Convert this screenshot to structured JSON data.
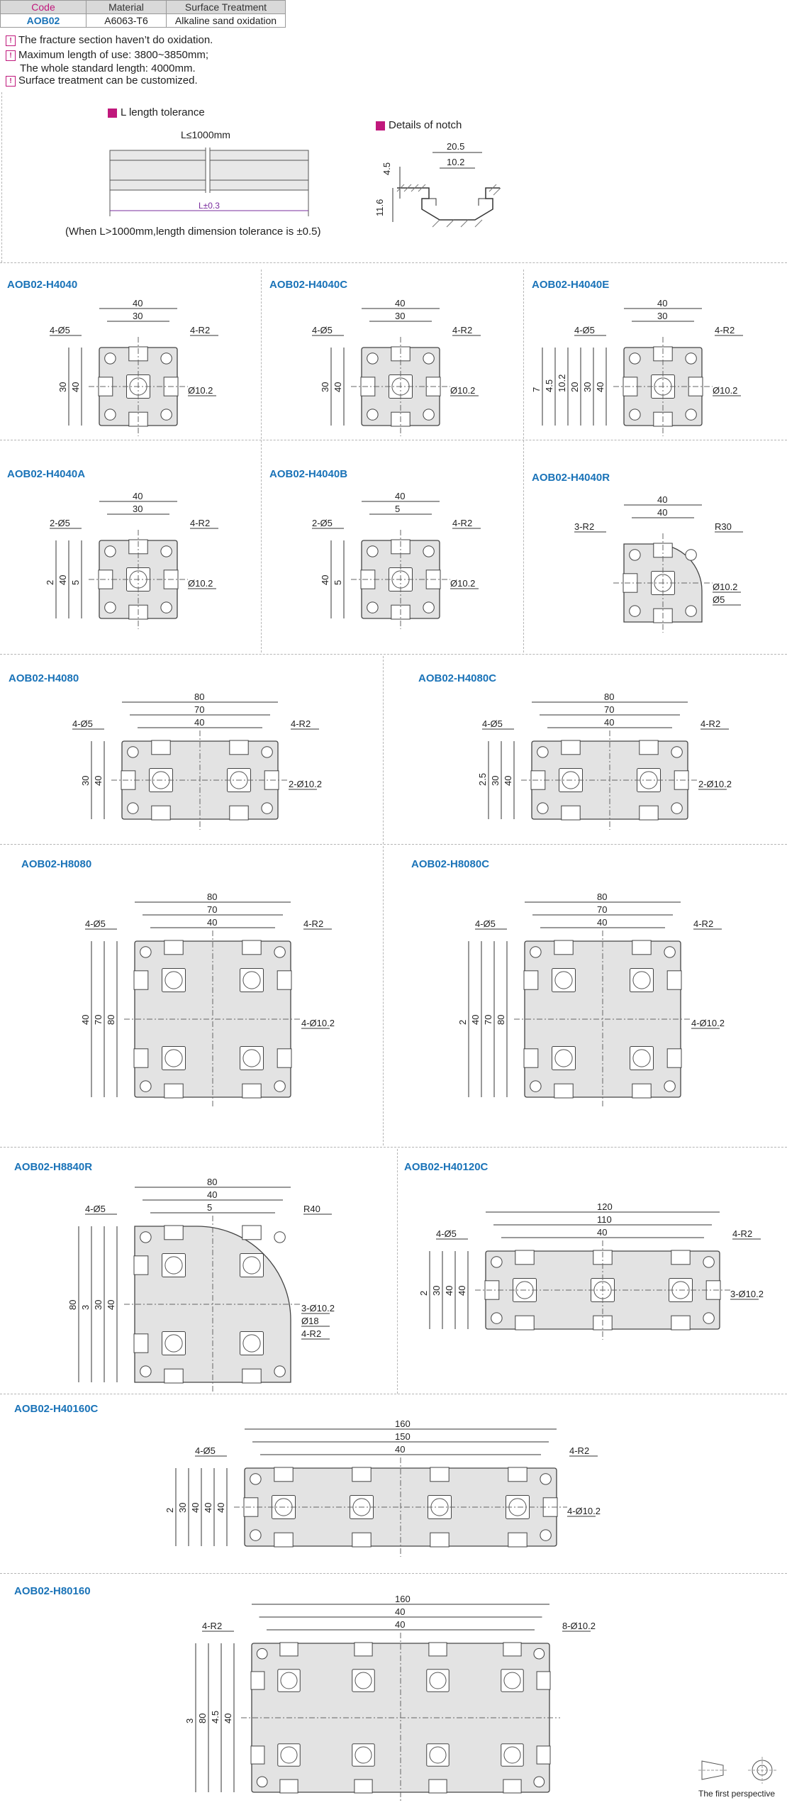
{
  "spec_table": {
    "headers": [
      "Code",
      "Material",
      "Surface Treatment"
    ],
    "row": [
      "AOB02",
      "A6063-T6",
      "Alkaline sand oxidation"
    ]
  },
  "notes": [
    "The fracture section haven’t do oxidation.",
    "Maximum length of use: 3800~3850mm;",
    "The whole standard length: 4000mm.",
    "Surface treatment can be customized."
  ],
  "tolerance": {
    "title": "L length tolerance",
    "l_label": "L≤1000mm",
    "l_sub": "L±0.3",
    "note": "(When L>1000mm,length dimension tolerance is ±0.5)"
  },
  "notch": {
    "title": "Details of notch",
    "dims": [
      "20.5",
      "10.2",
      "4.5",
      "11.6"
    ]
  },
  "profiles": [
    {
      "code": "AOB02-H4040",
      "dims": [
        "40",
        "30",
        "4-Ø5",
        "4-R2",
        "40",
        "30",
        "Ø10.2"
      ]
    },
    {
      "code": "AOB02-H4040C",
      "dims": [
        "40",
        "30",
        "4-Ø5",
        "4-R2",
        "40",
        "30",
        "Ø10.2"
      ]
    },
    {
      "code": "AOB02-H4040E",
      "dims": [
        "40",
        "30",
        "4-Ø5",
        "4-R2",
        "40",
        "30",
        "20",
        "10.2",
        "Ø10.2",
        "4.5",
        "7"
      ]
    },
    {
      "code": "AOB02-H4040A",
      "dims": [
        "40",
        "30",
        "2-Ø5",
        "4-R2",
        "5",
        "40",
        "Ø10.2",
        "2"
      ]
    },
    {
      "code": "AOB02-H4040B",
      "dims": [
        "40",
        "2-Ø5",
        "5",
        "4-R2",
        "5",
        "40",
        "Ø10.2"
      ]
    },
    {
      "code": "AOB02-H4040R",
      "dims": [
        "40",
        "3-R2",
        "R30",
        "40",
        "Ø10.2",
        "Ø5"
      ]
    },
    {
      "code": "AOB02-H4080",
      "dims": [
        "80",
        "70",
        "40",
        "4-Ø5",
        "4-R2",
        "40",
        "30",
        "2-Ø10.2"
      ]
    },
    {
      "code": "AOB02-H4080C",
      "dims": [
        "80",
        "70",
        "40",
        "4-Ø5",
        "4-R2",
        "40",
        "30",
        "2.5",
        "2-Ø10.2"
      ]
    },
    {
      "code": "AOB02-H8080",
      "dims": [
        "80",
        "70",
        "40",
        "4-Ø5",
        "4-R2",
        "80",
        "70",
        "40",
        "4-Ø10.2"
      ]
    },
    {
      "code": "AOB02-H8080C",
      "dims": [
        "80",
        "70",
        "40",
        "4-Ø5",
        "4-R2",
        "80",
        "70",
        "40",
        "2",
        "4-Ø10.2"
      ]
    },
    {
      "code": "AOB02-H8840R",
      "dims": [
        "80",
        "40",
        "4-Ø5",
        "5",
        "R40",
        "40",
        "30",
        "3-Ø10.2",
        "Ø18",
        "3",
        "80",
        "4-R2"
      ]
    },
    {
      "code": "AOB02-H40120C",
      "dims": [
        "120",
        "110",
        "40",
        "40",
        "4-Ø5",
        "4-R2",
        "40",
        "30",
        "2",
        "3-Ø10.2"
      ]
    },
    {
      "code": "AOB02-H40160C",
      "dims": [
        "160",
        "150",
        "40",
        "40",
        "40",
        "4-Ø5",
        "4-R2",
        "40",
        "30",
        "2",
        "4-Ø10.2"
      ]
    },
    {
      "code": "AOB02-H80160",
      "dims": [
        "160",
        "40",
        "40",
        "40",
        "4-R2",
        "4.5",
        "8-Ø10.2",
        "80",
        "3"
      ]
    }
  ],
  "perspective": "The first perspective"
}
